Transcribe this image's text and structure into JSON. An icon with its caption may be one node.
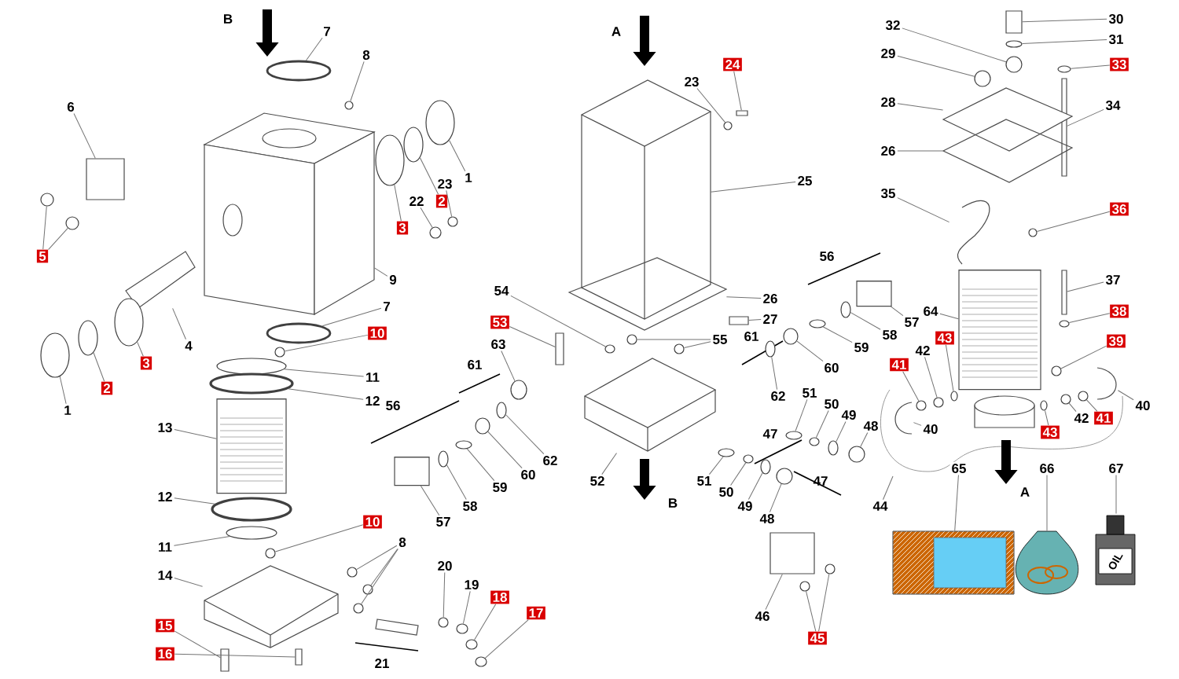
{
  "diagram": {
    "nodes": [
      {
        "text": [
          "7"
        ]
      },
      {
        "text": [
          "8"
        ]
      },
      {
        "text": [
          "6"
        ]
      },
      {
        "text": [
          "5"
        ]
      },
      {
        "text": [
          "1"
        ]
      },
      {
        "text": [
          "2"
        ]
      },
      {
        "text": [
          "3"
        ]
      },
      {
        "text": [
          "9"
        ]
      },
      {
        "text": [
          "7"
        ]
      },
      {
        "text": [
          "10"
        ]
      },
      {
        "text": [
          "4"
        ]
      },
      {
        "text": [
          "1"
        ]
      },
      {
        "text": [
          "2"
        ]
      },
      {
        "text": [
          "3"
        ]
      },
      {
        "text": [
          "11"
        ]
      },
      {
        "text": [
          "12"
        ]
      },
      {
        "text": [
          "13"
        ]
      },
      {
        "text": [
          "12"
        ]
      },
      {
        "text": [
          "11"
        ]
      },
      {
        "text": [
          "10"
        ]
      },
      {
        "text": [
          "14"
        ]
      },
      {
        "text": [
          "8"
        ]
      },
      {
        "text": [
          "15"
        ]
      },
      {
        "text": [
          "16"
        ]
      },
      {
        "text": [
          "20"
        ]
      },
      {
        "text": [
          "19"
        ]
      },
      {
        "text": [
          "18"
        ]
      },
      {
        "text": [
          "17"
        ]
      },
      {
        "text": [
          "22"
        ]
      },
      {
        "text": [
          "23"
        ]
      },
      {
        "text": [
          "23"
        ]
      },
      {
        "text": [
          "24"
        ]
      },
      {
        "text": [
          "25"
        ]
      },
      {
        "text": [
          "26"
        ]
      },
      {
        "text": [
          "27"
        ]
      },
      {
        "text": [
          "54"
        ]
      },
      {
        "text": [
          "53"
        ]
      },
      {
        "text": [
          "55"
        ]
      },
      {
        "text": [
          "63"
        ]
      },
      {
        "text": [
          "62"
        ]
      },
      {
        "text": [
          "60"
        ]
      },
      {
        "text": [
          "59"
        ]
      },
      {
        "text": [
          "58"
        ]
      },
      {
        "text": [
          "57"
        ]
      },
      {
        "text": [
          "52"
        ]
      },
      {
        "text": [
          "51"
        ]
      },
      {
        "text": [
          "50"
        ]
      },
      {
        "text": [
          "49"
        ]
      },
      {
        "text": [
          "48"
        ]
      },
      {
        "text": [
          "46"
        ]
      },
      {
        "text": [
          "45"
        ]
      },
      {
        "text": [
          "62"
        ]
      },
      {
        "text": [
          "60"
        ]
      },
      {
        "text": [
          "59"
        ]
      },
      {
        "text": [
          "58"
        ]
      },
      {
        "text": [
          "57"
        ]
      },
      {
        "text": [
          "51"
        ]
      },
      {
        "text": [
          "50"
        ]
      },
      {
        "text": [
          "49"
        ]
      },
      {
        "text": [
          "48"
        ]
      },
      {
        "text": [
          "32"
        ]
      },
      {
        "text": [
          "29"
        ]
      },
      {
        "text": [
          "30"
        ]
      },
      {
        "text": [
          "31"
        ]
      },
      {
        "text": [
          "33"
        ]
      },
      {
        "text": [
          "34"
        ]
      },
      {
        "text": [
          "28"
        ]
      },
      {
        "text": [
          "26"
        ]
      },
      {
        "text": [
          "35"
        ]
      },
      {
        "text": [
          "36"
        ]
      },
      {
        "text": [
          "37"
        ]
      },
      {
        "text": [
          "38"
        ]
      },
      {
        "text": [
          "64"
        ]
      },
      {
        "text": [
          "43"
        ]
      },
      {
        "text": [
          "39"
        ]
      },
      {
        "text": [
          "41"
        ]
      },
      {
        "text": [
          "42"
        ]
      },
      {
        "text": [
          "40"
        ]
      },
      {
        "text": [
          "41"
        ]
      },
      {
        "text": [
          "42"
        ]
      },
      {
        "text": [
          "43"
        ]
      },
      {
        "text": [
          "40"
        ]
      },
      {
        "text": [
          "44"
        ]
      },
      {
        "text": [
          "65"
        ]
      },
      {
        "text": [
          "66"
        ]
      },
      {
        "text": [
          "67"
        ]
      },
      {
        "text": [],
        "shape": "circle"
      },
      {
        "text": [],
        "shape": "circle"
      },
      {
        "text": [],
        "shape": "box"
      },
      {
        "text": [],
        "shape": "circle"
      },
      {
        "text": [],
        "shape": "circle"
      },
      {
        "text": [],
        "shape": "circle"
      },
      {
        "text": [],
        "shape": "circle"
      },
      {
        "text": [],
        "shape": "circle"
      },
      {
        "text": [],
        "shape": "picture"
      },
      {
        "text": [],
        "shape": "circle"
      },
      {
        "text": [],
        "shape": "circle"
      },
      {
        "text": [],
        "shape": "picture"
      },
      {
        "text": [],
        "shape": "circle"
      },
      {
        "text": [],
        "shape": "circle"
      },
      {
        "text": [],
        "shape": "circle"
      },
      {
        "text": [],
        "shape": "circle"
      },
      {
        "text": [],
        "shape": "circle"
      },
      {
        "text": [],
        "shape": "cylinder"
      },
      {
        "text": [],
        "shape": "circle"
      },
      {
        "text": [],
        "shape": "circle"
      },
      {
        "text": [],
        "shape": "circle"
      },
      {
        "text": [],
        "shape": "picture"
      },
      {
        "text": [],
        "shape": "circle"
      },
      {
        "text": [],
        "shape": "circle"
      },
      {
        "text": [],
        "shape": "circle"
      },
      {
        "text": [],
        "shape": "bar"
      },
      {
        "text": [],
        "shape": "bar"
      },
      {
        "text": [],
        "shape": "circle"
      },
      {
        "text": [],
        "shape": "circle"
      },
      {
        "text": [],
        "shape": "circle"
      },
      {
        "text": [],
        "shape": "circle"
      },
      {
        "text": [],
        "shape": "circle"
      },
      {
        "text": [],
        "shape": "circle"
      },
      {
        "text": [],
        "shape": "circle"
      },
      {
        "text": [],
        "shape": "bar"
      },
      {
        "text": [],
        "shape": "picture"
      },
      {
        "text": [],
        "shape": "picture"
      },
      {
        "text": [],
        "shape": "box"
      },
      {
        "text": [],
        "shape": "circle"
      },
      {
        "text": [],
        "shape": "bar"
      },
      {
        "text": [],
        "shape": "circle"
      },
      {
        "text": [],
        "shape": "circle"
      },
      {
        "text": [],
        "shape": "circle"
      },
      {
        "text": [],
        "shape": "circle"
      },
      {
        "text": [],
        "shape": "circle"
      },
      {
        "text": [],
        "shape": "circle"
      },
      {
        "text": [],
        "shape": "circle"
      },
      {
        "text": [],
        "shape": "cylinder"
      },
      {
        "text": [],
        "shape": "picture"
      },
      {
        "text": [],
        "shape": "circle"
      },
      {
        "text": [],
        "shape": "circle"
      },
      {
        "text": [],
        "shape": "circle"
      },
      {
        "text": [],
        "shape": "circle"
      },
      {
        "text": [],
        "shape": "box"
      },
      {
        "text": [],
        "shape": "circle"
      },
      {
        "text": [],
        "shape": "circle"
      },
      {
        "text": [],
        "shape": "circle"
      },
      {
        "text": [],
        "shape": "circle"
      },
      {
        "text": [],
        "shape": "circle"
      },
      {
        "text": [],
        "shape": "circle"
      },
      {
        "text": [],
        "shape": "cylinder"
      },
      {
        "text": [],
        "shape": "circle"
      },
      {
        "text": [],
        "shape": "circle"
      },
      {
        "text": [],
        "shape": "circle"
      },
      {
        "text": [],
        "shape": "circle"
      },
      {
        "text": [],
        "shape": "circle"
      },
      {
        "text": [],
        "shape": "circle"
      },
      {
        "text": [],
        "shape": "box"
      },
      {
        "text": [],
        "shape": "circle"
      },
      {
        "text": [],
        "shape": "circle"
      },
      {
        "text": [],
        "shape": "bar"
      },
      {
        "text": [],
        "shape": "picture"
      },
      {
        "text": [],
        "shape": "picture"
      },
      {
        "text": [],
        "shape": "picture"
      },
      {
        "text": [],
        "shape": "circle"
      },
      {
        "text": [],
        "shape": "bar"
      },
      {
        "text": [],
        "shape": "circle"
      },
      {
        "text": [],
        "shape": "cylinder"
      },
      {
        "text": [],
        "shape": "circle"
      },
      {
        "text": [],
        "shape": "circle"
      },
      {
        "text": [],
        "shape": "circle"
      },
      {
        "text": [],
        "shape": "circle"
      },
      {
        "text": [],
        "shape": "picture"
      },
      {
        "text": [],
        "shape": "circle"
      },
      {
        "text": [],
        "shape": "circle"
      },
      {
        "text": [],
        "shape": "circle"
      },
      {
        "text": [],
        "shape": "picture"
      },
      {
        "text": [],
        "shape": "picture"
      },
      {
        "text": [],
        "shape": "picture"
      },
      {
        "text": [],
        "shape": "picture"
      }
    ],
    "edges": [
      {
        "from": 0,
        "to": 86,
        "arrow": "none"
      },
      {
        "from": 1,
        "to": 87,
        "arrow": "none"
      },
      {
        "from": 2,
        "to": 88,
        "arrow": "none"
      },
      {
        "from": 3,
        "to": 89,
        "arrow": "none"
      },
      {
        "from": 3,
        "to": 90,
        "arrow": "none"
      },
      {
        "from": 4,
        "to": 91,
        "arrow": "none"
      },
      {
        "from": 5,
        "to": 92,
        "arrow": "none"
      },
      {
        "from": 6,
        "to": 93,
        "arrow": "none"
      },
      {
        "from": 7,
        "to": 94,
        "arrow": "none"
      },
      {
        "from": 8,
        "to": 95,
        "arrow": "none"
      },
      {
        "from": 9,
        "to": 96,
        "arrow": "none"
      },
      {
        "from": 10,
        "to": 97,
        "arrow": "none"
      },
      {
        "from": 11,
        "to": 98,
        "arrow": "none"
      },
      {
        "from": 12,
        "to": 99,
        "arrow": "none"
      },
      {
        "from": 13,
        "to": 100,
        "arrow": "none"
      },
      {
        "from": 14,
        "to": 101,
        "arrow": "none"
      },
      {
        "from": 15,
        "to": 102,
        "arrow": "none"
      },
      {
        "from": 16,
        "to": 103,
        "arrow": "none"
      },
      {
        "from": 17,
        "to": 104,
        "arrow": "none"
      },
      {
        "from": 18,
        "to": 105,
        "arrow": "none"
      },
      {
        "from": 19,
        "to": 106,
        "arrow": "none"
      },
      {
        "from": 20,
        "to": 107,
        "arrow": "none"
      },
      {
        "from": 21,
        "to": 108,
        "arrow": "none"
      },
      {
        "from": 21,
        "to": 109,
        "arrow": "none"
      },
      {
        "from": 21,
        "to": 110,
        "arrow": "none"
      },
      {
        "from": 22,
        "to": 111,
        "arrow": "none"
      },
      {
        "from": 23,
        "to": 112,
        "arrow": "none"
      },
      {
        "from": 24,
        "to": 113,
        "arrow": "none"
      },
      {
        "from": 25,
        "to": 114,
        "arrow": "none"
      },
      {
        "from": 26,
        "to": 115,
        "arrow": "none"
      },
      {
        "from": 27,
        "to": 116,
        "arrow": "none"
      },
      {
        "from": 28,
        "to": 117,
        "arrow": "none"
      },
      {
        "from": 29,
        "to": 118,
        "arrow": "none"
      },
      {
        "from": 30,
        "to": 119,
        "arrow": "none"
      },
      {
        "from": 31,
        "to": 120,
        "arrow": "none"
      },
      {
        "from": 32,
        "to": 121,
        "arrow": "none"
      },
      {
        "from": 33,
        "to": 122,
        "arrow": "none"
      },
      {
        "from": 34,
        "to": 123,
        "arrow": "none"
      },
      {
        "from": 35,
        "to": 124,
        "arrow": "none"
      },
      {
        "from": 36,
        "to": 125,
        "arrow": "none"
      },
      {
        "from": 37,
        "to": 126,
        "arrow": "none"
      },
      {
        "from": 37,
        "to": 127,
        "arrow": "none"
      },
      {
        "from": 38,
        "to": 128,
        "arrow": "none"
      },
      {
        "from": 39,
        "to": 129,
        "arrow": "none"
      },
      {
        "from": 40,
        "to": 130,
        "arrow": "none"
      },
      {
        "from": 41,
        "to": 131,
        "arrow": "none"
      },
      {
        "from": 42,
        "to": 132,
        "arrow": "none"
      },
      {
        "from": 43,
        "to": 133,
        "arrow": "none"
      },
      {
        "from": 44,
        "to": 134,
        "arrow": "none"
      },
      {
        "from": 45,
        "to": 135,
        "arrow": "none"
      },
      {
        "from": 46,
        "to": 136,
        "arrow": "none"
      },
      {
        "from": 47,
        "to": 137,
        "arrow": "none"
      },
      {
        "from": 48,
        "to": 138,
        "arrow": "none"
      },
      {
        "from": 49,
        "to": 139,
        "arrow": "none"
      },
      {
        "from": 50,
        "to": 140,
        "arrow": "none"
      },
      {
        "from": 50,
        "to": 141,
        "arrow": "none"
      },
      {
        "from": 51,
        "to": 142,
        "arrow": "none"
      },
      {
        "from": 52,
        "to": 143,
        "arrow": "none"
      },
      {
        "from": 53,
        "to": 144,
        "arrow": "none"
      },
      {
        "from": 54,
        "to": 145,
        "arrow": "none"
      },
      {
        "from": 55,
        "to": 146,
        "arrow": "none"
      },
      {
        "from": 56,
        "to": 147,
        "arrow": "none"
      },
      {
        "from": 57,
        "to": 148,
        "arrow": "none"
      },
      {
        "from": 58,
        "to": 149,
        "arrow": "none"
      },
      {
        "from": 59,
        "to": 150,
        "arrow": "none"
      },
      {
        "from": 60,
        "to": 151,
        "arrow": "none"
      },
      {
        "from": 61,
        "to": 152,
        "arrow": "none"
      },
      {
        "from": 62,
        "to": 153,
        "arrow": "none"
      },
      {
        "from": 63,
        "to": 154,
        "arrow": "none"
      },
      {
        "from": 64,
        "to": 155,
        "arrow": "none"
      },
      {
        "from": 65,
        "to": 156,
        "arrow": "none"
      },
      {
        "from": 66,
        "to": 157,
        "arrow": "none"
      },
      {
        "from": 67,
        "to": 158,
        "arrow": "none"
      },
      {
        "from": 68,
        "to": 159,
        "arrow": "none"
      },
      {
        "from": 69,
        "to": 160,
        "arrow": "none"
      },
      {
        "from": 70,
        "to": 161,
        "arrow": "none"
      },
      {
        "from": 71,
        "to": 162,
        "arrow": "none"
      },
      {
        "from": 72,
        "to": 163,
        "arrow": "none"
      },
      {
        "from": 73,
        "to": 164,
        "arrow": "none"
      },
      {
        "from": 74,
        "to": 165,
        "arrow": "none"
      },
      {
        "from": 75,
        "to": 166,
        "arrow": "none"
      },
      {
        "from": 76,
        "to": 167,
        "arrow": "none"
      },
      {
        "from": 77,
        "to": 168,
        "arrow": "none"
      },
      {
        "from": 78,
        "to": 169,
        "arrow": "none"
      },
      {
        "from": 79,
        "to": 170,
        "arrow": "none"
      },
      {
        "from": 80,
        "to": 171,
        "arrow": "none"
      },
      {
        "from": 81,
        "to": 172,
        "arrow": "none"
      },
      {
        "from": 82,
        "to": null,
        "arrow": "none"
      },
      {
        "from": 83,
        "to": 173,
        "arrow": "none"
      },
      {
        "from": 84,
        "to": 174,
        "arrow": "none"
      },
      {
        "from": 85,
        "to": 175,
        "arrow": "none"
      }
    ],
    "labels": [
      "B",
      "A",
      "56",
      "61",
      "61",
      "56",
      "47",
      "47",
      "B",
      "A",
      "21",
      "OIL"
    ]
  }
}
